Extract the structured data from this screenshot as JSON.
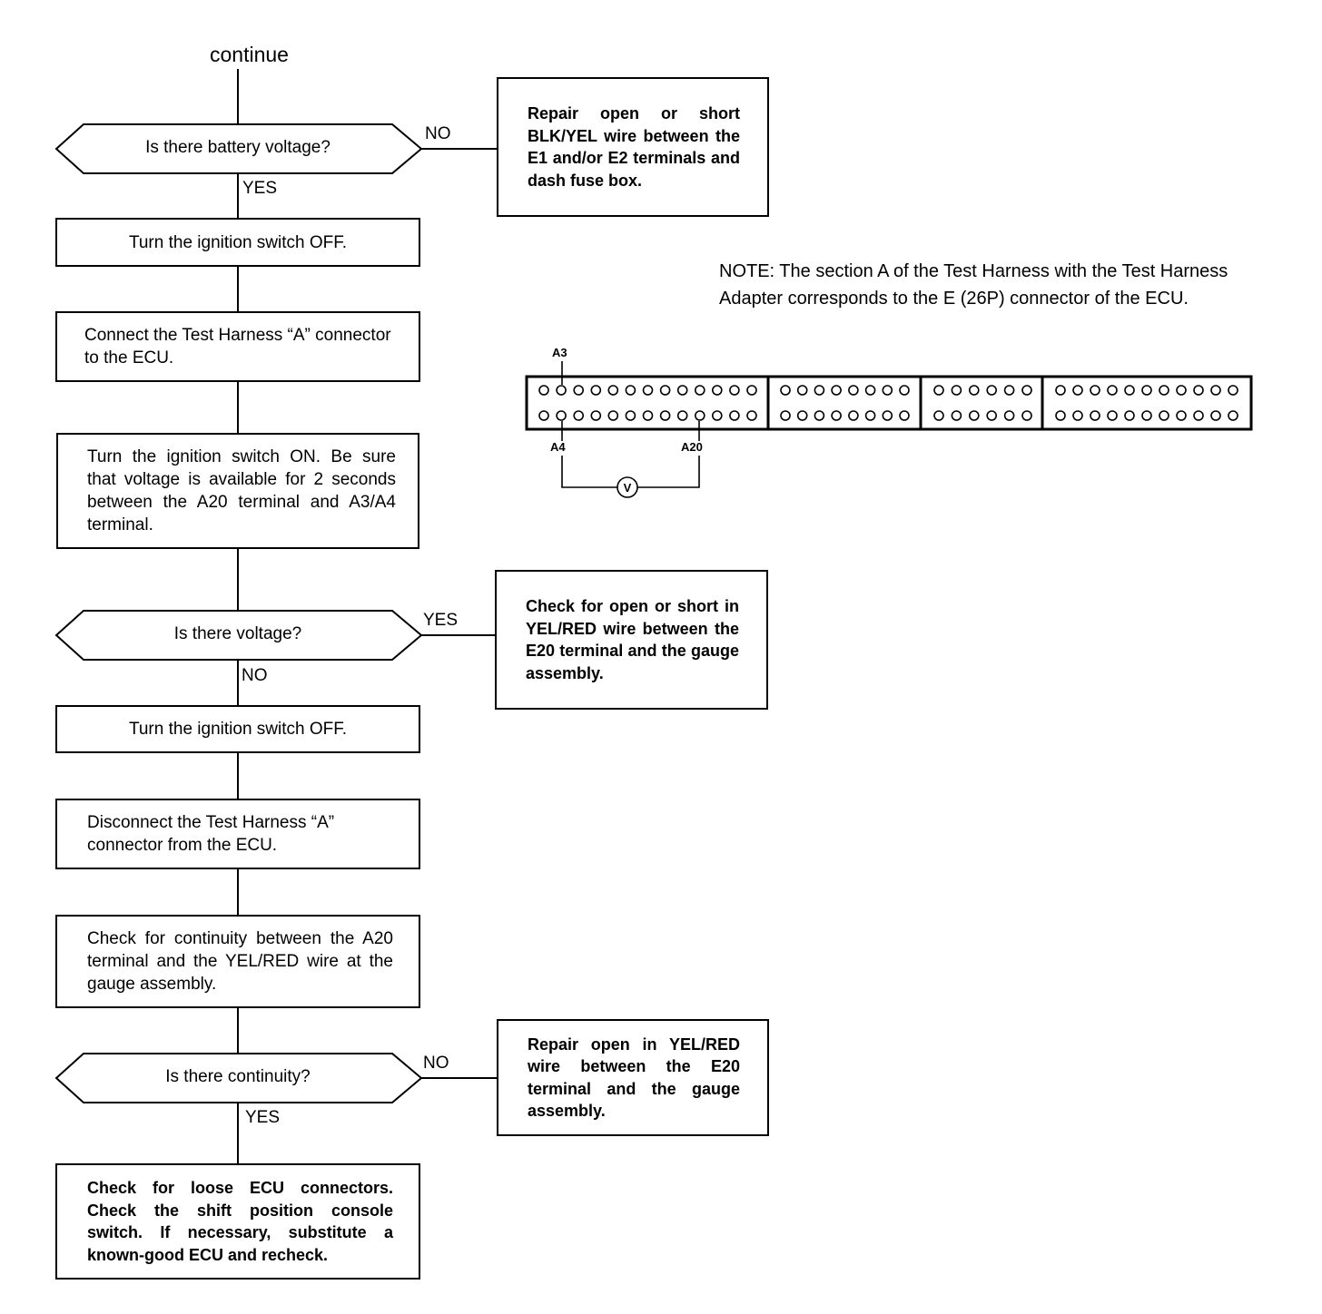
{
  "start_label": "continue",
  "decisions": [
    {
      "text": "Is there battery voltage?",
      "yes": "YES",
      "no": "NO"
    },
    {
      "text": "Is there voltage?",
      "yes": "YES",
      "no": "NO"
    },
    {
      "text": "Is there continuity?",
      "yes": "YES",
      "no": "NO"
    }
  ],
  "steps": [
    "Turn the ignition switch OFF.",
    "Connect the Test Harness “A” connector to the ECU.",
    "Turn the ignition switch ON. Be sure that voltage is available for 2 seconds between the A20 terminal and A3/A4 terminal.",
    "Turn the ignition switch OFF.",
    "Disconnect the Test Harness “A” connector from the ECU.",
    "Check for continuity between the A20 terminal and the YEL/RED wire at the gauge assembly.",
    "Check for loose ECU connectors. Check the shift position console switch. If necessary, substitute a known-good ECU and recheck."
  ],
  "side_boxes": [
    "Repair open or short BLK/YEL wire between the E1 and/or E2 terminals and dash fuse box.",
    "Check for open or short in YEL/RED wire between the E20 terminal and the gauge assembly.",
    "Repair open in YEL/RED wire between the E20 terminal and the gauge assembly."
  ],
  "note": "NOTE:  The section A of the Test Harness with the Test Harness Adapter corresponds to the E (26P) connector of the ECU.",
  "connector": {
    "pin_labels": {
      "top": "A3",
      "bottom_left": "A4",
      "bottom_right": "A20"
    },
    "meter_symbol": "V",
    "sections": [
      13,
      8,
      6,
      11
    ]
  }
}
